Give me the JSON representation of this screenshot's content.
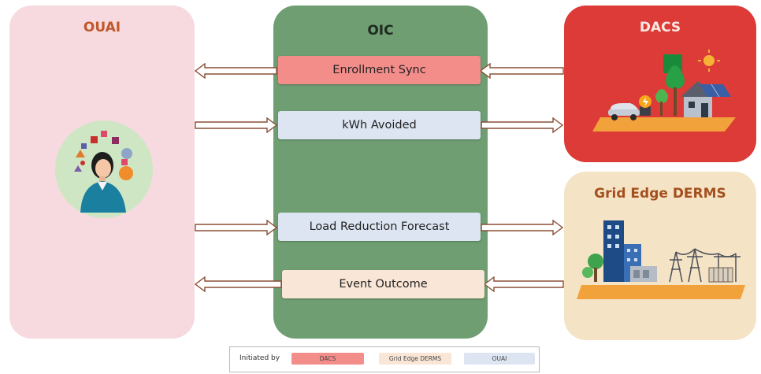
{
  "panels": {
    "ouai": {
      "title": "OUAI"
    },
    "oic": {
      "title": "OIC"
    },
    "dacs": {
      "title": "DACS"
    },
    "derms": {
      "title": "Grid Edge DERMS"
    }
  },
  "messages": {
    "enrollment_sync": "Enrollment Sync",
    "kwh_avoided": "kWh Avoided",
    "load_reduction_forecast": "Load Reduction Forecast",
    "event_outcome": "Event Outcome"
  },
  "legend": {
    "label": "Initiated by",
    "items": [
      {
        "label": "DACS",
        "color": "#f38d8a"
      },
      {
        "label": "Grid Edge DERMS",
        "color": "#f9e6d6"
      },
      {
        "label": "OUAI",
        "color": "#dde5f2"
      }
    ]
  },
  "colors": {
    "ouai_panel": "#f6dadf",
    "oic_panel": "#6f9e73",
    "dacs_panel": "#dc3b38",
    "derms_panel": "#f5e3c6",
    "ground": "#f2a23a"
  }
}
